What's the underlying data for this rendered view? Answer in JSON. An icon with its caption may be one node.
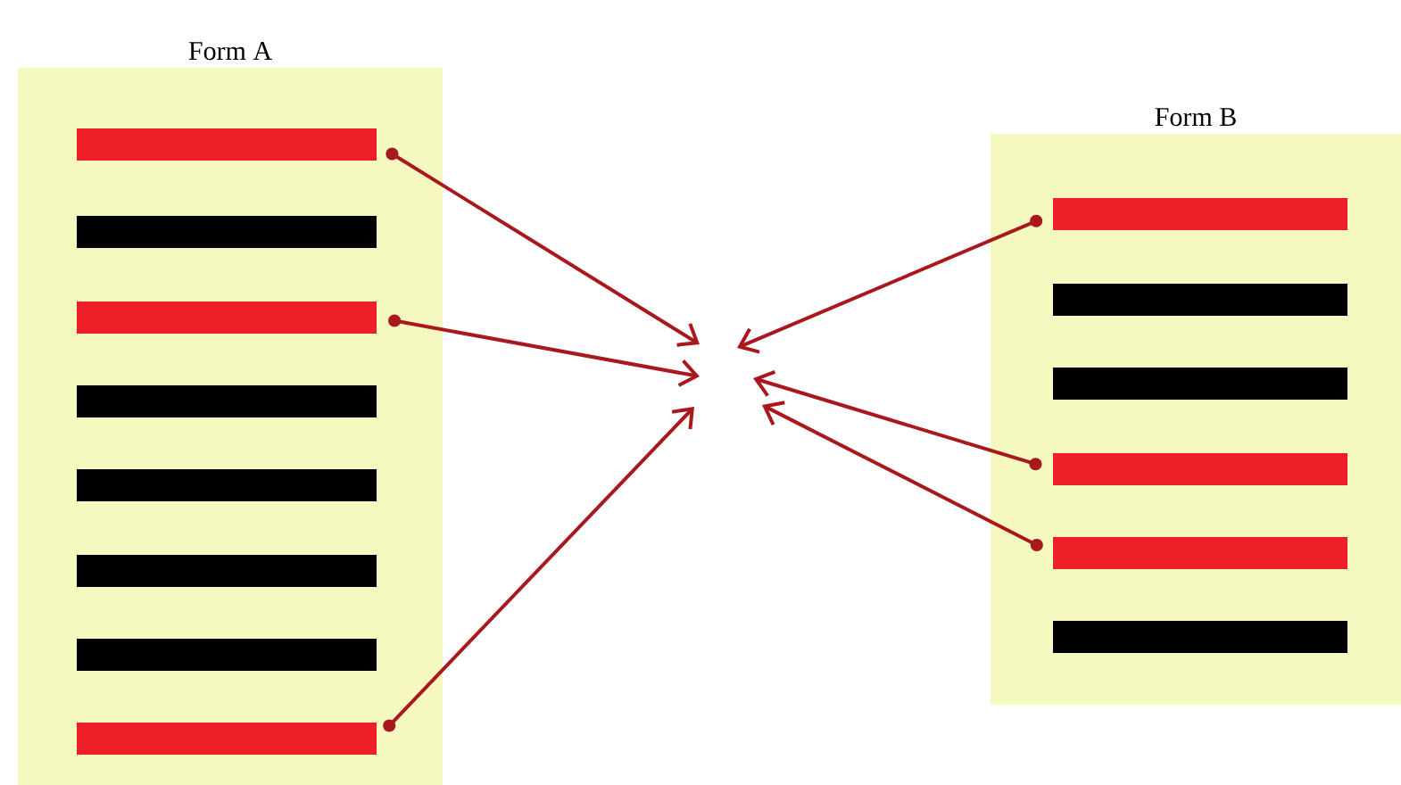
{
  "diagram": {
    "nodes": [
      {
        "text": [
          "Form A"
        ]
      },
      {
        "text": [],
        "shape": "bar",
        "in": 0
      },
      {
        "text": [],
        "shape": "bar",
        "in": 0
      },
      {
        "text": [],
        "shape": "bar",
        "in": 0
      },
      {
        "text": [],
        "shape": "bar",
        "in": 0
      },
      {
        "text": [],
        "shape": "bar",
        "in": 0
      },
      {
        "text": [],
        "shape": "bar",
        "in": 0
      },
      {
        "text": [],
        "shape": "bar",
        "in": 0
      },
      {
        "text": [],
        "shape": "bar",
        "in": 0
      },
      {
        "text": [
          "Form B"
        ]
      },
      {
        "text": [],
        "shape": "bar",
        "in": 9
      },
      {
        "text": [],
        "shape": "bar",
        "in": 9
      },
      {
        "text": [],
        "shape": "bar",
        "in": 9
      },
      {
        "text": [],
        "shape": "bar",
        "in": 9
      },
      {
        "text": [],
        "shape": "bar",
        "in": 9
      },
      {
        "text": [],
        "shape": "bar",
        "in": 9
      }
    ],
    "edges": [
      {
        "from": 1,
        "to": null,
        "arrow": "to"
      },
      {
        "from": 3,
        "to": null,
        "arrow": "to"
      },
      {
        "from": 8,
        "to": null,
        "arrow": "to"
      },
      {
        "from": 10,
        "to": null,
        "arrow": "to"
      },
      {
        "from": 13,
        "to": null,
        "arrow": "to"
      },
      {
        "from": 14,
        "to": null,
        "arrow": "to"
      }
    ]
  }
}
